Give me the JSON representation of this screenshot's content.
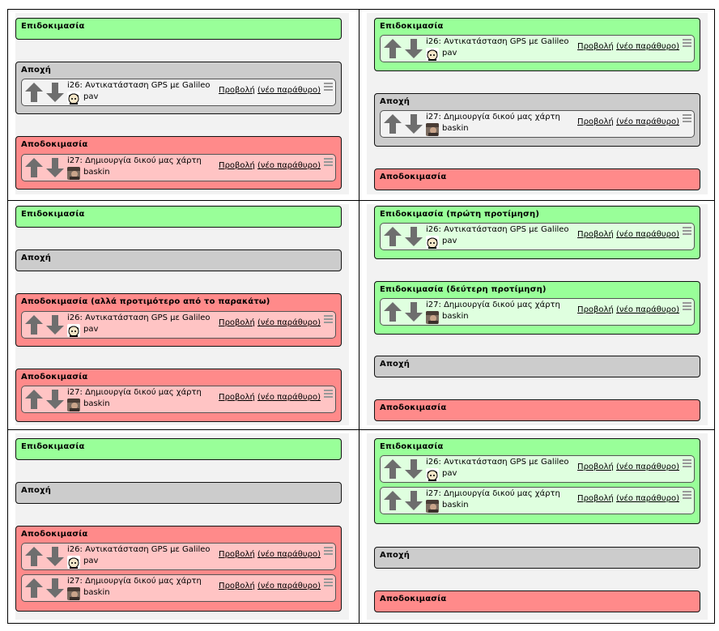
{
  "labels": {
    "approve": "Επιδοκιμασία",
    "abstain": "Αποχή",
    "reject": "Αποδοκιμασία",
    "reject_preferred": "Αποδοκιμασία (αλλά προτιμότερο από το παρακάτω)",
    "approve_first": "Επιδοκιμασία (πρώτη προτίμηση)",
    "approve_second": "Επιδοκιμασία (δεύτερη προτίμηση)"
  },
  "items": {
    "i26": {
      "id": "i26:",
      "title": "Αντικατάσταση GPS με Galileo",
      "user": "pav"
    },
    "i27": {
      "id": "i27:",
      "title": "Δημιουργία δικού μας χάρτη",
      "user": "baskin"
    }
  },
  "links": {
    "view": "Προβολή",
    "new_window": "(νέο παράθυρο)"
  },
  "icons": {
    "up": "up-arrow-icon",
    "down": "down-arrow-icon",
    "drag": "drag-handle-icon"
  },
  "colors": {
    "approve": "#99ff99",
    "abstain": "#cccccc",
    "reject": "#ff8a8a"
  }
}
